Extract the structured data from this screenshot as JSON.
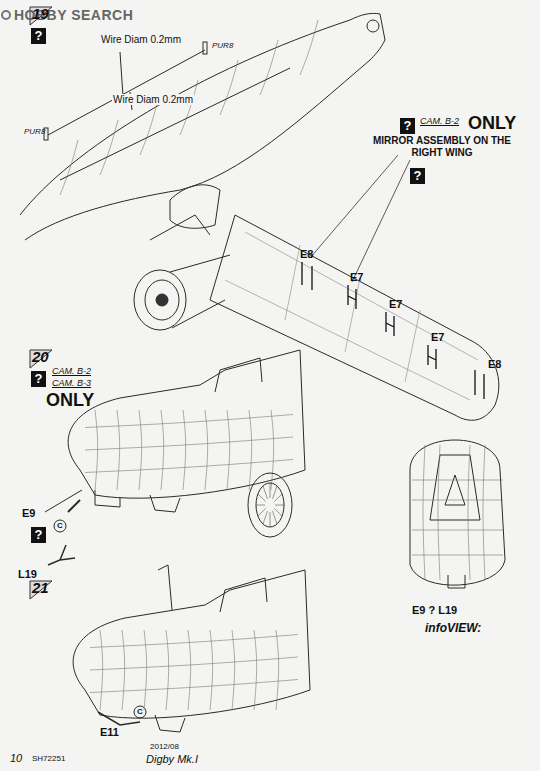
{
  "diagram": {
    "labels": [
      "HOBBY SEARCH",
      "19",
      "?",
      "Wire Diam 0.2mm",
      "PUR8",
      "Wire Diam 0.2mm",
      "PUR8",
      "?",
      "CAM. B-2",
      "ONLY",
      "MIRROR ASSEMBLY ON THE RIGHT WING",
      "?",
      "E8",
      "E7",
      "E7",
      "E7",
      "E8",
      "20",
      "?",
      "CAM. B-2",
      "CAM. B-3",
      "ONLY",
      "E9",
      "C",
      "?",
      "L19",
      "E9 ? L19",
      "infoVIEW:",
      "21",
      "C",
      "E11",
      "10",
      "SH72251",
      "2012/08",
      "Digby Mk.I"
    ]
  }
}
